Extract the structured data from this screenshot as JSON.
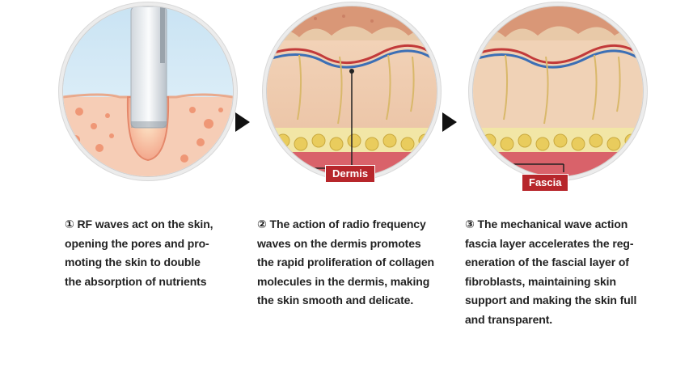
{
  "steps": [
    {
      "lines": [
        "① RF waves act on the skin,",
        "opening the pores and pro-",
        "moting the skin to double",
        "the absorption of nutrients"
      ]
    },
    {
      "tag": "Dermis",
      "lines": [
        "② The action of radio frequency",
        "waves on the dermis promotes",
        "the rapid proliferation of collagen",
        "molecules in the dermis, making",
        "the skin smooth and delicate."
      ]
    },
    {
      "tag": "Fascia",
      "lines": [
        "③ The mechanical wave action",
        "fascia layer accelerates the reg-",
        "eneration of the fascial layer of",
        "fibroblasts, maintaining skin",
        "support and making the skin full",
        "and transparent."
      ]
    }
  ],
  "colors": {
    "tag_bg": "#b7262b",
    "arrow": "#111111",
    "skin": "#f6cdb6"
  }
}
